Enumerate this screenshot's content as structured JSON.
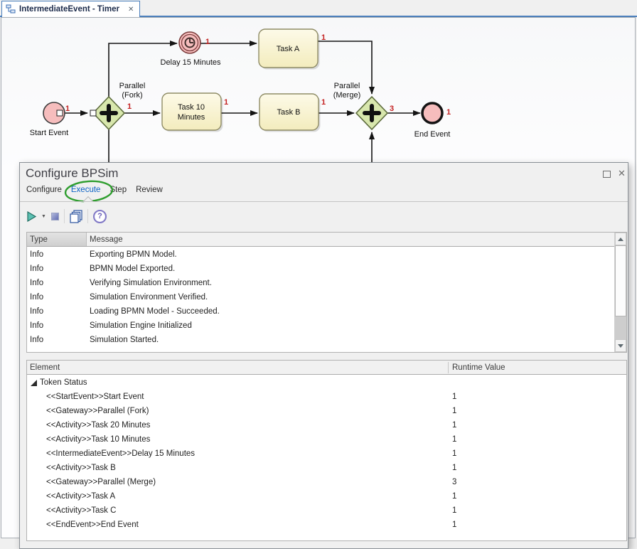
{
  "window_tab": {
    "title": "IntermediateEvent - Timer"
  },
  "icons": {
    "close_tab": "✕",
    "dialog_close": "✕",
    "dropdown_caret": "▼",
    "help_mark": "?"
  },
  "colors": {
    "accent_blue": "#4a7ebb",
    "active_tab_text": "#0b62c4",
    "annotation_green": "#2f9e2f",
    "count_red": "#c42222",
    "event_fill": "#f6bdbd",
    "gateway_fill": "#d8e7ad",
    "task_fill": "#fbf5d3"
  },
  "diagram": {
    "start_event": {
      "label": "Start Event",
      "count": "1"
    },
    "fork_gateway": {
      "line1": "Parallel",
      "line2": "(Fork)",
      "count": "1"
    },
    "timer_event": {
      "label": "Delay 15 Minutes",
      "count": "1"
    },
    "task_a": {
      "label": "Task A",
      "count": "1"
    },
    "task_10": {
      "line1": "Task 10",
      "line2": "Minutes",
      "count": "1"
    },
    "task_b": {
      "label": "Task B",
      "count": "1"
    },
    "merge_gateway": {
      "line1": "Parallel",
      "line2": "(Merge)",
      "count": "3"
    },
    "end_event": {
      "label": "End Event",
      "count": "1"
    }
  },
  "dialog": {
    "title": "Configure BPSim",
    "tabs": [
      {
        "label": "Configure"
      },
      {
        "label": "Execute"
      },
      {
        "label": "Step"
      },
      {
        "label": "Review"
      }
    ],
    "log": {
      "columns": [
        "Type",
        "Message"
      ],
      "rows": [
        {
          "type": "Info",
          "message": "Exporting BPMN Model."
        },
        {
          "type": "Info",
          "message": "BPMN Model Exported."
        },
        {
          "type": "Info",
          "message": "Verifying Simulation Environment."
        },
        {
          "type": "Info",
          "message": "Simulation Environment Verified."
        },
        {
          "type": "Info",
          "message": "Loading BPMN Model - Succeeded."
        },
        {
          "type": "Info",
          "message": "Simulation Engine Initialized"
        },
        {
          "type": "Info",
          "message": "Simulation Started."
        }
      ]
    },
    "elements": {
      "columns": [
        "Element",
        "Runtime Value"
      ],
      "group": "Token Status",
      "rows": [
        {
          "element": "<<StartEvent>>Start Event",
          "value": "1"
        },
        {
          "element": "<<Gateway>>Parallel (Fork)",
          "value": "1"
        },
        {
          "element": "<<Activity>>Task 20 Minutes",
          "value": "1"
        },
        {
          "element": "<<Activity>>Task 10 Minutes",
          "value": "1"
        },
        {
          "element": "<<IntermediateEvent>>Delay 15 Minutes",
          "value": "1"
        },
        {
          "element": "<<Activity>>Task B",
          "value": "1"
        },
        {
          "element": "<<Gateway>>Parallel (Merge)",
          "value": "3"
        },
        {
          "element": "<<Activity>>Task A",
          "value": "1"
        },
        {
          "element": "<<Activity>>Task C",
          "value": "1"
        },
        {
          "element": "<<EndEvent>>End Event",
          "value": "1"
        }
      ]
    }
  }
}
